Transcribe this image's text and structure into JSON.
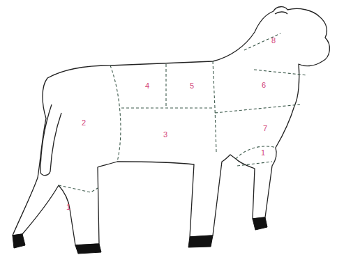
{
  "diagram": {
    "labels": [
      "8",
      "4",
      "5",
      "6",
      "2",
      "3",
      "7",
      "1",
      "1"
    ]
  }
}
